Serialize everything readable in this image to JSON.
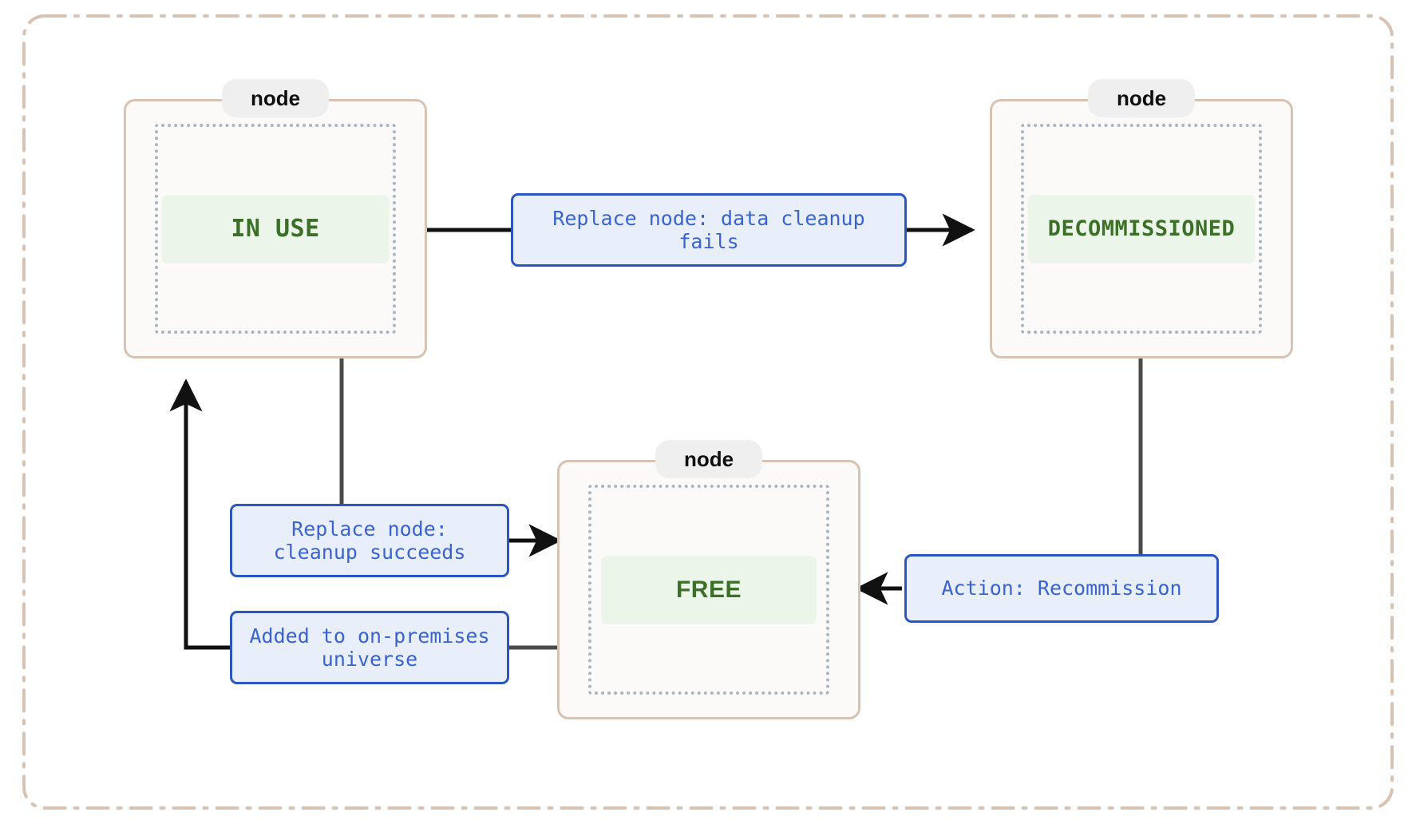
{
  "diagram": {
    "type": "state-diagram",
    "frame": {
      "style": "dash-dot",
      "color": "#d6c3b3"
    },
    "cluster_title": "node",
    "colors": {
      "frame_border": "#d6c3b3",
      "cluster_background": "#fbfaf8",
      "cluster_inner_dotted": "#a7b5c4",
      "state_box_background": "#ecf5ea",
      "state_text": "#3c7028",
      "edge_label_background": "#e8effb",
      "edge_label_border": "#2b55c0",
      "edge_label_text": "#3a63cf",
      "edge_line_arrowed": "#1a1a1a",
      "edge_line_plain": "#4a4a4a",
      "cluster_title_background": "#efefef",
      "cluster_title_text": "#0f0f0f"
    },
    "clusters": [
      {
        "id": "cluster-in-use",
        "title": "node",
        "state": "IN USE"
      },
      {
        "id": "cluster-decommissioned",
        "title": "node",
        "state": "DECOMMISSIONED"
      },
      {
        "id": "cluster-free",
        "title": "node",
        "state": "FREE"
      }
    ],
    "states": [
      {
        "id": "in-use",
        "label": "IN USE"
      },
      {
        "id": "decommissioned",
        "label": "DECOMMISSIONED"
      },
      {
        "id": "free",
        "label": "FREE"
      }
    ],
    "transitions": [
      {
        "id": "t-in-use-to-decommissioned",
        "from": "in-use",
        "to": "decommissioned",
        "label": "Replace node: data cleanup\nfails",
        "arrow": "to"
      },
      {
        "id": "t-in-use-to-free",
        "from": "in-use",
        "to": "free",
        "label": "Replace node:\ncleanup succeeds",
        "arrow": "to"
      },
      {
        "id": "t-free-to-in-use",
        "from": "free",
        "to": "in-use",
        "label": "Added to on-premises\nuniverse",
        "arrow": "to"
      },
      {
        "id": "t-decommissioned-to-free",
        "from": "decommissioned",
        "to": "free",
        "label": "Action: Recommission",
        "arrow": "to"
      }
    ]
  }
}
